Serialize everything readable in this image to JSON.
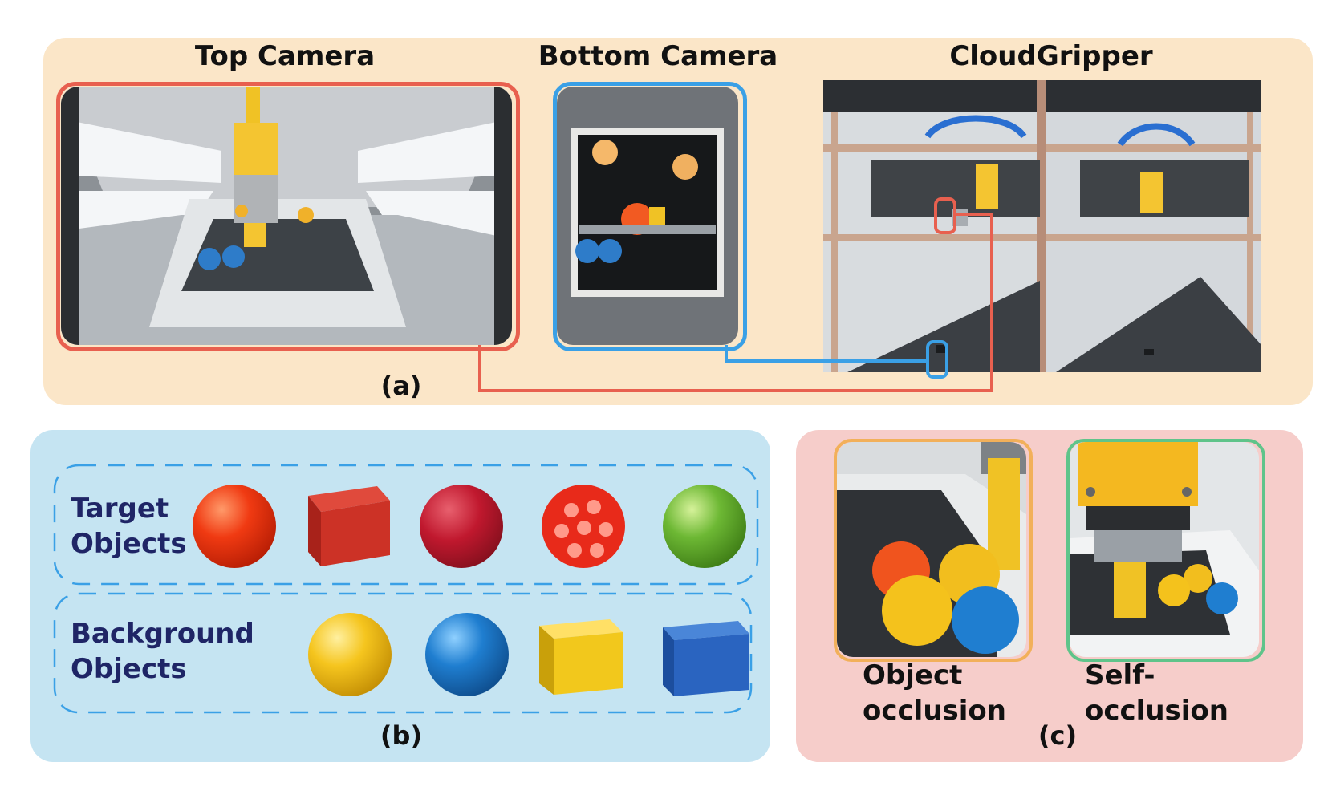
{
  "panel_a": {
    "label": "(a)",
    "titles": {
      "top_camera": "Top Camera",
      "bottom_camera": "Bottom Camera",
      "cloudgripper": "CloudGripper"
    }
  },
  "panel_b": {
    "label": "(b)",
    "target_label_line1": "Target",
    "target_label_line2": "Objects",
    "background_label_line1": "Background",
    "background_label_line2": "Objects"
  },
  "panel_c": {
    "label": "(c)",
    "object_occlusion_line1": "Object",
    "object_occlusion_line2": "occlusion",
    "self_occlusion_line1": "Self-",
    "self_occlusion_line2": "occlusion"
  },
  "colors": {
    "panel_a_bg": "#fbe6c8",
    "panel_b_bg": "#c5e4f2",
    "panel_c_bg": "#f6cdca",
    "top_camera_frame": "#e8604f",
    "bottom_camera_frame": "#3aa0e6",
    "object_occlusion_frame": "#f2b05a",
    "self_occlusion_frame": "#5fc48a",
    "dashed_group": "#3aa0e6",
    "label_navy": "#1f2566"
  }
}
